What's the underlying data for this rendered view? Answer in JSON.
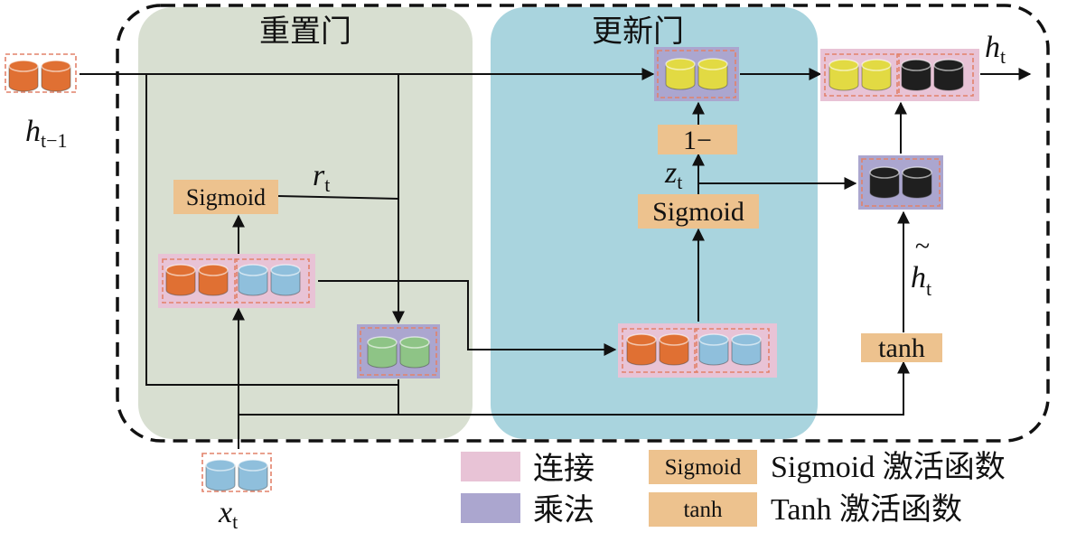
{
  "colors": {
    "reset_region": "#d8dfd1",
    "update_region": "#a9d4de",
    "concat": "#e8c3d6",
    "multiply": "#aba6cf",
    "activation": "#edc28e",
    "cyl_orange": "#e07033",
    "cyl_blue": "#8fbfdc",
    "cyl_yellow": "#e2da43",
    "cyl_black": "#1f1f1f",
    "cyl_green": "#8ec486"
  },
  "regions": {
    "reset_gate": "重置门",
    "update_gate": "更新门"
  },
  "labels": {
    "h_prev": {
      "main": "h",
      "sub": "t−1"
    },
    "x_t": {
      "main": "x",
      "sub": "t"
    },
    "r_t": {
      "main": "r",
      "sub": "t"
    },
    "z_t": {
      "main": "z",
      "sub": "t"
    },
    "h_t": {
      "main": "h",
      "sub": "t"
    },
    "h_tilde": {
      "main": "h",
      "sub": "t",
      "accent": "~"
    }
  },
  "nodes": {
    "sigmoid_reset": "Sigmoid",
    "sigmoid_update": "Sigmoid",
    "one_minus": "1−",
    "tanh": "tanh"
  },
  "legend": {
    "concat_label": "连接",
    "multiply_label": "乘法",
    "sigmoid_swatch": "Sigmoid",
    "sigmoid_desc": "Sigmoid 激活函数",
    "tanh_swatch": "tanh",
    "tanh_desc": "Tanh 激活函数"
  }
}
